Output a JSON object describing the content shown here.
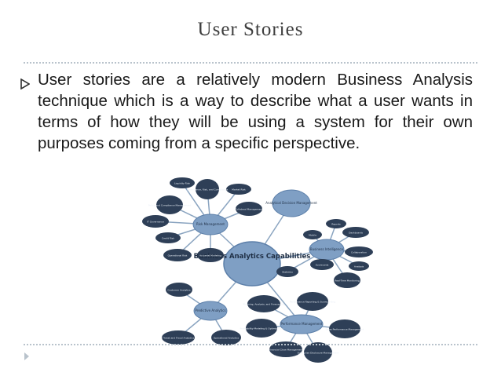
{
  "slide": {
    "title": "User Stories",
    "bullet_text": "User stories are a relatively modern Business Analysis technique which is a way to describe what a user wants in terms of how they will be using a system for their own purposes coming from a specific perspective."
  },
  "mindmap": {
    "center": "Business Analytics Capabilities",
    "nodes": [
      {
        "label": "Liquidity Risk"
      },
      {
        "label": "Governance, Risk, and Compliance"
      },
      {
        "label": "Market Risk"
      },
      {
        "label": "Policy and Compliance Management"
      },
      {
        "label": "Risk Management"
      },
      {
        "label": "Collateral Management"
      },
      {
        "label": "IT Governance"
      },
      {
        "label": "Credit Risk"
      },
      {
        "label": "Operational Risk"
      },
      {
        "label": "Actuarial Modeling"
      },
      {
        "label": "Analytical Decision Management"
      },
      {
        "label": "Reports"
      },
      {
        "label": "Mobile"
      },
      {
        "label": "Dashboards"
      },
      {
        "label": "Business Intelligence"
      },
      {
        "label": "Collaboration"
      },
      {
        "label": "Statistics"
      },
      {
        "label": "Analysis"
      },
      {
        "label": "Scorecards"
      },
      {
        "label": "Real-Time Monitoring"
      },
      {
        "label": "Customer Analytics"
      },
      {
        "label": "Predictive Analytics"
      },
      {
        "label": "Planning, Analysis, and Forecasting"
      },
      {
        "label": "Performance Reporting & Scorecarding"
      },
      {
        "label": "Profitability Modeling & Optimization"
      },
      {
        "label": "Performance Management"
      },
      {
        "label": "Sales Performance Management"
      },
      {
        "label": "Threat and Fraud Analytics"
      },
      {
        "label": "Operational Analytics"
      },
      {
        "label": "Financial Close Management"
      },
      {
        "label": "Enterprise Disclosure Management"
      }
    ]
  },
  "colors": {
    "title": "#3d3d3d",
    "rule": "#b9c3cc",
    "bullet": "#2c2c2c",
    "hub_node": "#7f9fc4",
    "node": "#2e3f57",
    "link": "#8aa4c0"
  }
}
